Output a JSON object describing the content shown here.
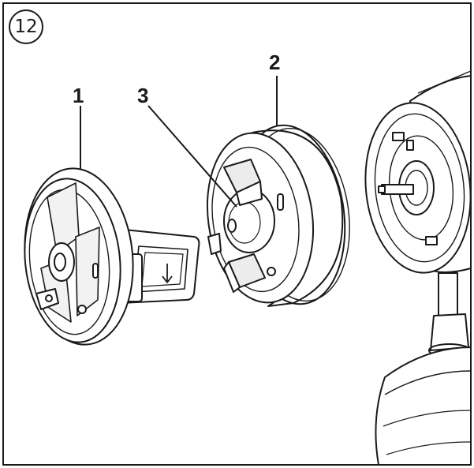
{
  "step_number": "12",
  "callouts": [
    {
      "id": "label-1",
      "text": "1"
    },
    {
      "id": "label-2",
      "text": "2"
    },
    {
      "id": "label-3",
      "text": "3"
    }
  ],
  "colors": {
    "line": "#1a1a1a",
    "background": "#ffffff",
    "shade": "#ececec"
  }
}
